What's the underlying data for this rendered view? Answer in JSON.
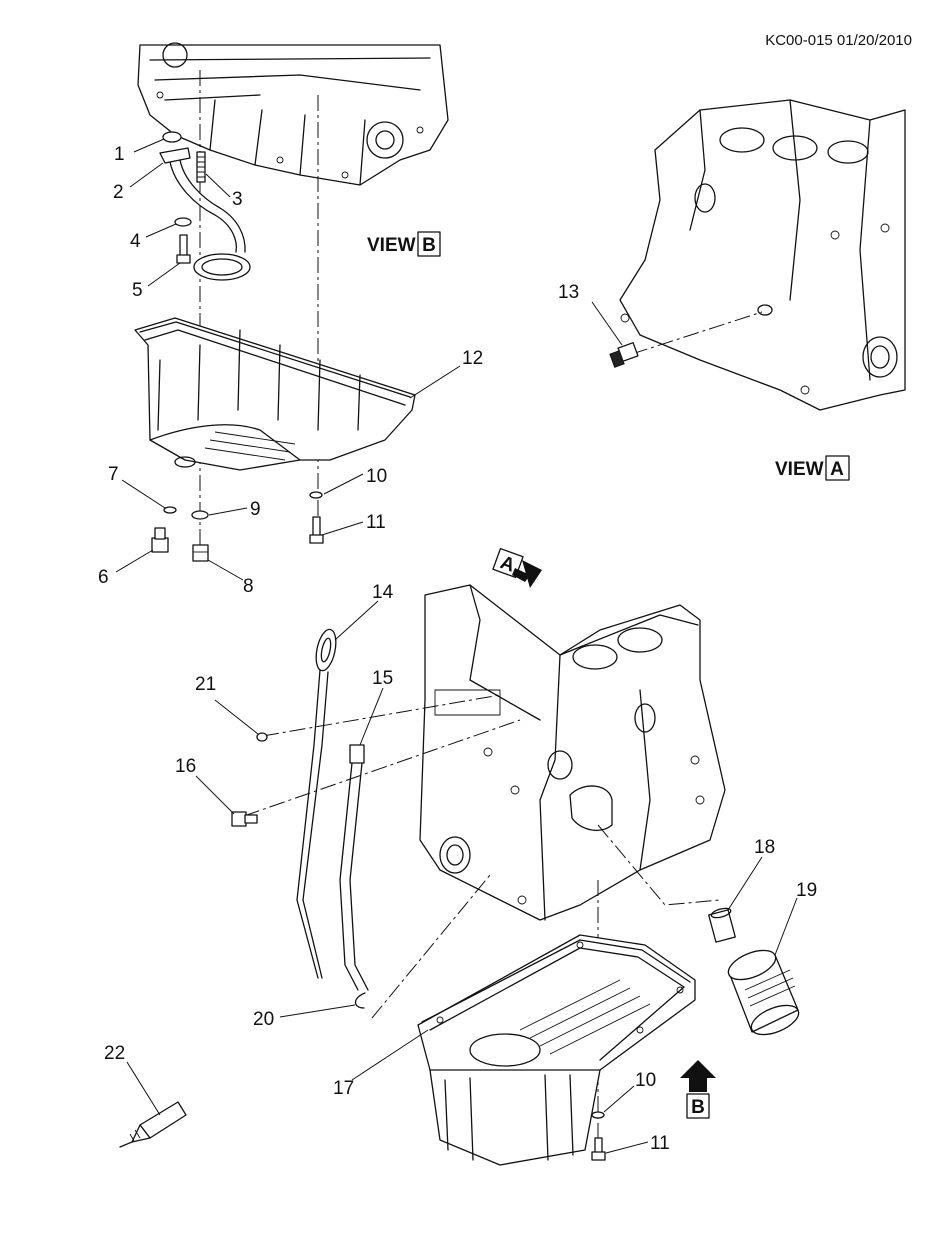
{
  "document_code": "KC00-015 01/20/2010",
  "views": {
    "view_b": {
      "word": "VIEW",
      "letter": "B"
    },
    "view_a": {
      "word": "VIEW",
      "letter": "A"
    }
  },
  "arrow_markers": {
    "a": "A",
    "b": "B"
  },
  "callouts": {
    "c1": "1",
    "c2": "2",
    "c3": "3",
    "c4": "4",
    "c5": "5",
    "c6": "6",
    "c7": "7",
    "c8": "8",
    "c9": "9",
    "c10_upper": "10",
    "c11_upper": "11",
    "c12": "12",
    "c13": "13",
    "c14": "14",
    "c15": "15",
    "c16": "16",
    "c17": "17",
    "c18": "18",
    "c19": "19",
    "c20": "20",
    "c21": "21",
    "c22": "22",
    "c10_lower": "10",
    "c11_lower": "11"
  }
}
